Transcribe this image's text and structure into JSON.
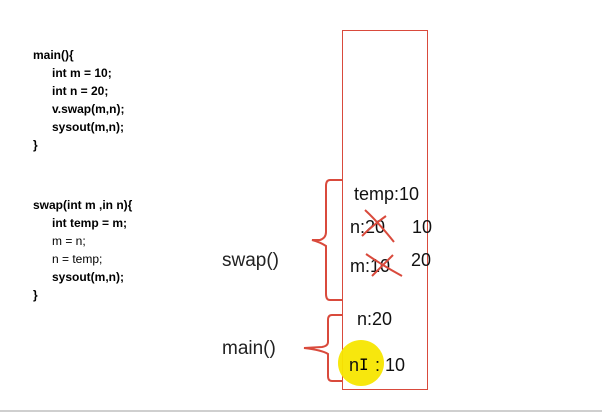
{
  "code_main": {
    "lines": [
      "main(){",
      "int m = 10;",
      "int n = 20;",
      "v.swap(m,n);",
      "sysout(m,n);",
      "}"
    ]
  },
  "code_swap": {
    "lines": [
      "swap(int m ,in n){",
      "int temp = m;",
      "m = n;",
      "n = temp;",
      "sysout(m,n);",
      "}"
    ]
  },
  "stack": {
    "swap_frame": {
      "temp": "temp:10",
      "n_old": "n:20",
      "n_new": "10",
      "m_old": "m:10",
      "m_new": "20"
    },
    "main_frame": {
      "n": "n:20",
      "m_prefix": "n",
      "m_value": ": 10"
    }
  },
  "labels": {
    "swap": "swap()",
    "main": "main()"
  },
  "colors": {
    "accent_red": "#d94a3c",
    "highlight_yellow": "#f7e600"
  }
}
